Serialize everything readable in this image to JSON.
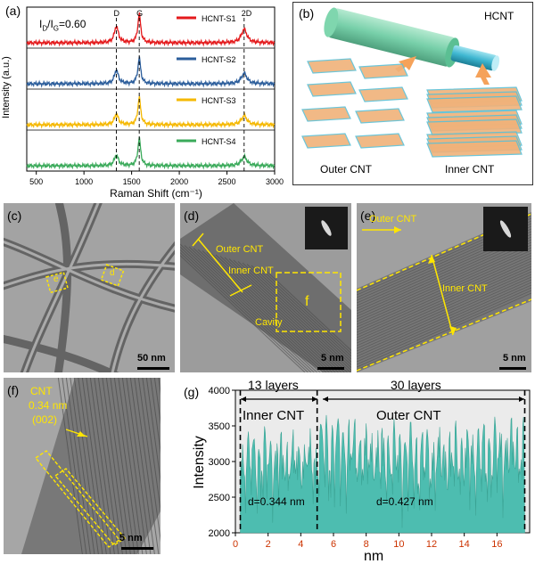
{
  "panel_a": {
    "label": "(a)",
    "ratio_text": "I",
    "ratio_sub1": "D",
    "ratio_mid": "/I",
    "ratio_sub2": "G",
    "ratio_val": "=0.60",
    "peak_labels": [
      "D",
      "G",
      "2D"
    ],
    "chart_data": {
      "type": "line",
      "xlabel": "Raman Shift (cm⁻¹)",
      "ylabel": "Intensity (a.u.)",
      "xlim": [
        400,
        3000
      ],
      "xticks": [
        500,
        1000,
        1500,
        2000,
        2500,
        3000
      ],
      "peaks": {
        "D": 1340,
        "G": 1580,
        "2D": 2680
      },
      "series": [
        {
          "name": "HCNT-S1",
          "color": "#e41a1c",
          "peak_heights": {
            "D": 0.55,
            "G": 0.95,
            "2D": 0.45
          }
        },
        {
          "name": "HCNT-S2",
          "color": "#2b5d9b",
          "peak_heights": {
            "D": 0.45,
            "G": 0.85,
            "2D": 0.35
          }
        },
        {
          "name": "HCNT-S3",
          "color": "#f5b800",
          "peak_heights": {
            "D": 0.35,
            "G": 0.9,
            "2D": 0.3
          }
        },
        {
          "name": "HCNT-S4",
          "color": "#3aaa5a",
          "peak_heights": {
            "D": 0.35,
            "G": 0.9,
            "2D": 0.3
          }
        }
      ]
    }
  },
  "panel_b": {
    "label": "(b)",
    "title": "HCNT",
    "outer": "Outer CNT",
    "inner": "Inner CNT"
  },
  "panel_c": {
    "label": "(c)",
    "scale": "50 nm",
    "box1": "e",
    "box2": "d"
  },
  "panel_d": {
    "label": "(d)",
    "outer": "Outer CNT",
    "inner": "Inner CNT",
    "cavity": "Cavity",
    "box": "f",
    "scale": "5 nm"
  },
  "panel_e": {
    "label": "(e)",
    "outer": "Outer CNT",
    "inner": "Inner CNT",
    "scale": "5 nm"
  },
  "panel_f": {
    "label": "(f)",
    "cnt": "CNT",
    "spacing": "0.34 nm",
    "plane": "(002)",
    "scale": "5 nm"
  },
  "panel_g": {
    "label": "(g)",
    "left_layers": "13 layers",
    "right_layers": "30 layers",
    "left_region": "Inner CNT",
    "right_region": "Outer CNT",
    "left_d": "d=0.344 nm",
    "right_d": "d=0.427 nm",
    "chart_data": {
      "type": "area",
      "xlabel": "nm",
      "ylabel": "Intensity",
      "xlim": [
        0,
        18
      ],
      "ylim": [
        2000,
        4000
      ],
      "xticks": [
        0,
        2,
        4,
        6,
        8,
        10,
        12,
        14,
        16
      ],
      "yticks": [
        2000,
        2500,
        3000,
        3500,
        4000
      ],
      "dividers": [
        0.3,
        5.0,
        17.7
      ],
      "color": "#4dbdb0"
    }
  }
}
